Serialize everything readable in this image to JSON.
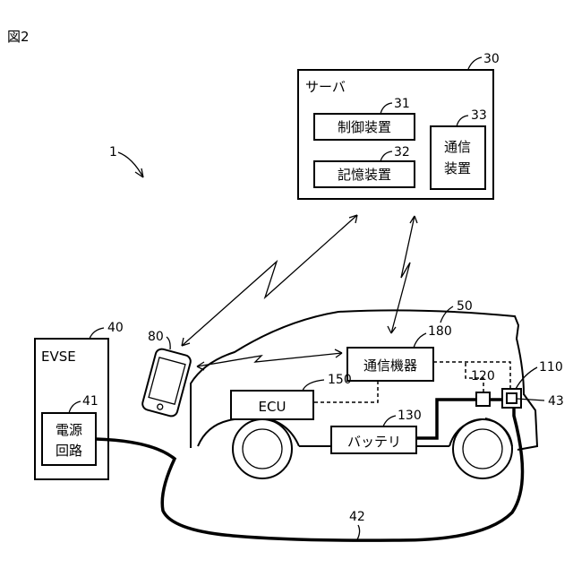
{
  "figure_label": "図2",
  "system_ref": "1",
  "server": {
    "ref": "30",
    "title": "サーバ",
    "control": {
      "ref": "31",
      "label": "制御装置"
    },
    "memory": {
      "ref": "32",
      "label": "記憶装置"
    },
    "comm": {
      "ref": "33",
      "line1": "通信",
      "line2": "装置"
    }
  },
  "evse": {
    "ref": "40",
    "title": "EVSE",
    "power": {
      "ref": "41",
      "line1": "電源",
      "line2": "回路"
    }
  },
  "cable_ref": "42",
  "vehicle": {
    "ref": "50",
    "comm_device": {
      "ref": "180",
      "label": "通信機器"
    },
    "ecu": {
      "ref": "150",
      "label": "ECU"
    },
    "battery": {
      "ref": "130",
      "label": "バッテリ"
    },
    "relay_ref": "120",
    "inlet_ref": "110",
    "connector_ref": "43"
  },
  "smartphone_ref": "80"
}
